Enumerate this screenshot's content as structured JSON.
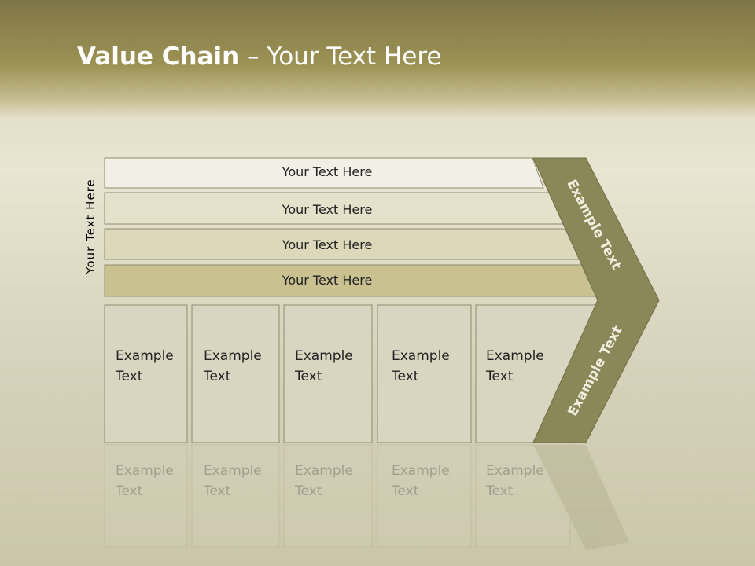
{
  "slide": {
    "title_bold": "Value Chain",
    "title_rest": " – Your Text Here",
    "side_label": "Your Text Here",
    "rows": [
      {
        "label": "Your Text Here",
        "fill": "#f1f0e6"
      },
      {
        "label": "Your Text Here",
        "fill": "#e5e2cc"
      },
      {
        "label": "Your Text Here",
        "fill": "#dcd8b9"
      },
      {
        "label": "Your Text Here",
        "fill": "#c9c290"
      }
    ],
    "columns": [
      {
        "line1": "Example",
        "line2": "Text"
      },
      {
        "line1": "Example",
        "line2": "Text"
      },
      {
        "line1": "Example",
        "line2": "Text"
      },
      {
        "line1": "Example",
        "line2": "Text"
      },
      {
        "line1": "Example",
        "line2": "Text"
      }
    ],
    "chevron_top_label": "Example Text",
    "chevron_bottom_label": "Example Text",
    "colors": {
      "chevron": "#8a8758",
      "column_fill": "#d8d6c0",
      "border": "#8f8c6c"
    }
  }
}
